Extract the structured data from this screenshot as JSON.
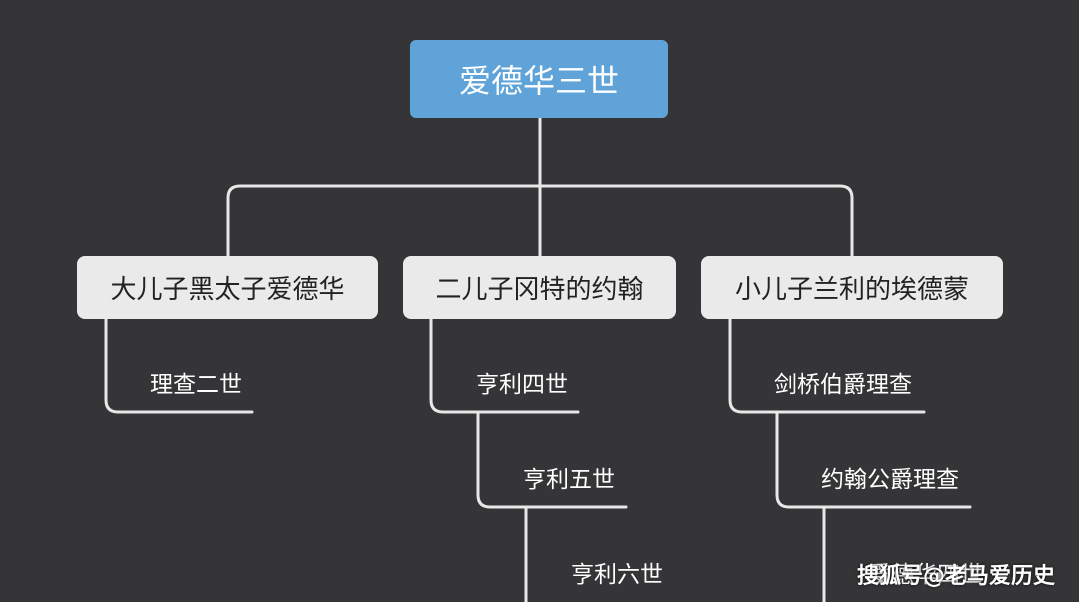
{
  "root": {
    "label": "爱德华三世"
  },
  "branches": [
    {
      "label": "大儿子黑太子爱德华",
      "descendants": [
        "理查二世"
      ]
    },
    {
      "label": "二儿子冈特的约翰",
      "descendants": [
        "亨利四世",
        "亨利五世",
        "亨利六世"
      ]
    },
    {
      "label": "小儿子兰利的埃德蒙",
      "descendants": [
        "剑桥伯爵理查",
        "约翰公爵理查",
        "爱德华四世"
      ]
    }
  ],
  "watermark": "搜狐号@老马爱历史",
  "colors": {
    "background": "#353537",
    "root_fill": "#5fa3d9",
    "branch_fill": "#eaeaea",
    "connector": "#e8e8e8"
  }
}
